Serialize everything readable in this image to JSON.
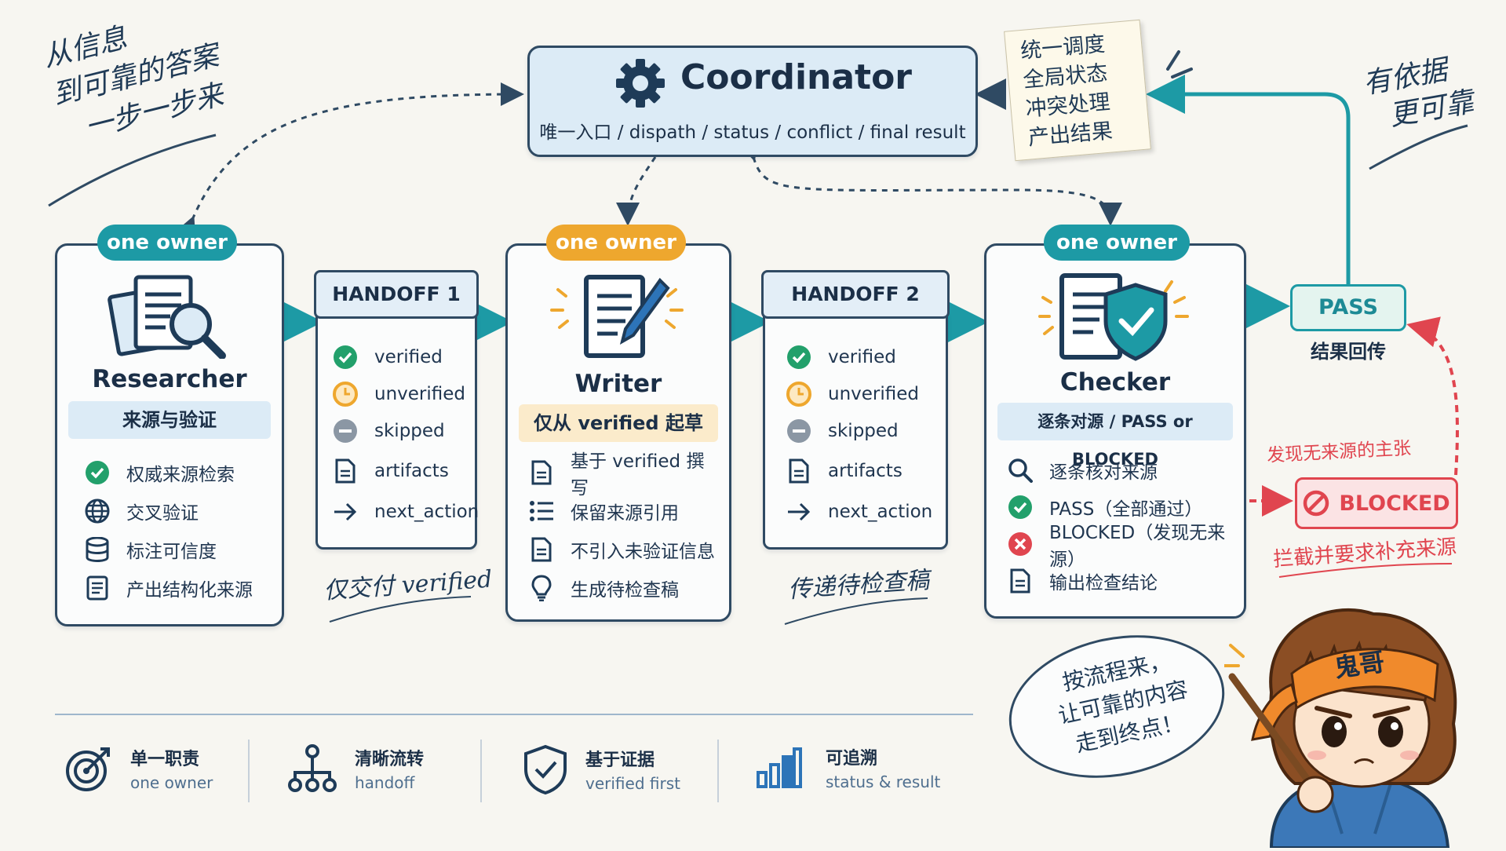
{
  "left_note": [
    "从信息",
    "到可靠的答案",
    "一步一步来"
  ],
  "right_note": [
    "有依据",
    "更可靠"
  ],
  "coordinator": {
    "title": "Coordinator",
    "subtitle": "唯一入口 / dispath / status / conflict / final result",
    "icon": "gear-icon"
  },
  "sticky_note": [
    "统一调度",
    "全局状态",
    "冲突处理",
    "产出结果"
  ],
  "agents": [
    {
      "badge": "one owner",
      "title": "Researcher",
      "band": "来源与验证",
      "icon": "research-docs-magnifier-icon",
      "items": [
        {
          "icon": "check-circle-icon",
          "label": "权威来源检索"
        },
        {
          "icon": "globe-icon",
          "label": "交叉验证"
        },
        {
          "icon": "database-icon",
          "label": "标注可信度"
        },
        {
          "icon": "document-list-icon",
          "label": "产出结构化来源"
        }
      ]
    },
    {
      "badge": "one owner",
      "title": "Writer",
      "band": "仅从 verified 起草",
      "icon": "document-pen-icon",
      "items": [
        {
          "icon": "document-icon",
          "label": "基于 verified 撰写"
        },
        {
          "icon": "list-icon",
          "label": "保留来源引用"
        },
        {
          "icon": "document-icon",
          "label": "不引入未验证信息"
        },
        {
          "icon": "lightbulb-icon",
          "label": "生成待检查稿"
        }
      ]
    },
    {
      "badge": "one owner",
      "title": "Checker",
      "band": "逐条对源 / PASS or BLOCKED",
      "icon": "document-shield-icon",
      "items": [
        {
          "icon": "search-icon",
          "label": "逐条核对来源"
        },
        {
          "icon": "check-circle-icon",
          "label": "PASS（全部通过）"
        },
        {
          "icon": "x-circle-icon",
          "label": "BLOCKED（发现无来源）"
        },
        {
          "icon": "document-icon",
          "label": "输出检查结论"
        }
      ]
    }
  ],
  "handoffs": [
    {
      "title": "HANDOFF 1",
      "items": [
        {
          "icon": "check-circle-icon",
          "label": "verified"
        },
        {
          "icon": "clock-icon",
          "label": "unverified"
        },
        {
          "icon": "minus-circle-icon",
          "label": "skipped"
        },
        {
          "icon": "document-icon",
          "label": "artifacts"
        },
        {
          "icon": "arrow-right-icon",
          "label": "next_action"
        }
      ],
      "note": "仅交付 verified"
    },
    {
      "title": "HANDOFF 2",
      "items": [
        {
          "icon": "check-circle-icon",
          "label": "verified"
        },
        {
          "icon": "clock-icon",
          "label": "unverified"
        },
        {
          "icon": "minus-circle-icon",
          "label": "skipped"
        },
        {
          "icon": "document-icon",
          "label": "artifacts"
        },
        {
          "icon": "arrow-right-icon",
          "label": "next_action"
        }
      ],
      "note": "传递待检查稿"
    }
  ],
  "pass": {
    "label": "PASS",
    "caption": "结果回传"
  },
  "blocked": {
    "label": "BLOCKED",
    "note_top": "发现无来源的主张",
    "note_bottom": "拦截并要求补充来源"
  },
  "mascot": {
    "headband": "鬼哥",
    "speech": [
      "按流程来，",
      "让可靠的内容",
      "走到终点！"
    ]
  },
  "footer": [
    {
      "icon": "target-icon",
      "title": "单一职责",
      "sub": "one owner"
    },
    {
      "icon": "flow-nodes-icon",
      "title": "清晰流转",
      "sub": "handoff"
    },
    {
      "icon": "shield-check-icon",
      "title": "基于证据",
      "sub": "verified first"
    },
    {
      "icon": "bar-chart-icon",
      "title": "可追溯",
      "sub": "status & result"
    }
  ],
  "colors": {
    "navy": "#2f4a63",
    "teal": "#1d9aa5",
    "green": "#22a06b",
    "orange": "#eea72e",
    "red": "#e0454f",
    "pass_fill": "#e4f4ef",
    "blocked_fill": "#fbe3e4"
  }
}
